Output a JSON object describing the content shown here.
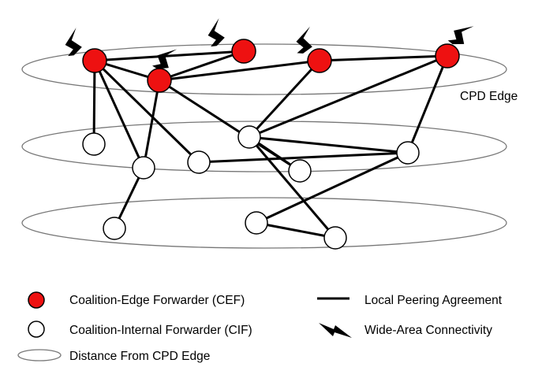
{
  "diagram": {
    "edge_label": "CPD Edge",
    "colors": {
      "cef_fill": "#ee1111",
      "cif_fill": "#ffffff",
      "stroke": "#000000",
      "layer_stroke": "#777777"
    },
    "nodes": [
      {
        "id": "cef1",
        "type": "CEF",
        "layer": 0
      },
      {
        "id": "cef2",
        "type": "CEF",
        "layer": 0
      },
      {
        "id": "cef3",
        "type": "CEF",
        "layer": 0
      },
      {
        "id": "cef4",
        "type": "CEF",
        "layer": 0
      },
      {
        "id": "cef5",
        "type": "CEF",
        "layer": 0
      },
      {
        "id": "cif1",
        "type": "CIF",
        "layer": 1
      },
      {
        "id": "cif2",
        "type": "CIF",
        "layer": 1
      },
      {
        "id": "cif3",
        "type": "CIF",
        "layer": 1
      },
      {
        "id": "cif4",
        "type": "CIF",
        "layer": 1
      },
      {
        "id": "cif5",
        "type": "CIF",
        "layer": 1
      },
      {
        "id": "cif6",
        "type": "CIF",
        "layer": 1
      },
      {
        "id": "cif7",
        "type": "CIF",
        "layer": 2
      },
      {
        "id": "cif8",
        "type": "CIF",
        "layer": 2
      },
      {
        "id": "cif9",
        "type": "CIF",
        "layer": 2
      }
    ],
    "links": [
      [
        "cef1",
        "cef2"
      ],
      [
        "cef1",
        "cef3"
      ],
      [
        "cef3",
        "cef2"
      ],
      [
        "cef3",
        "cef4"
      ],
      [
        "cef4",
        "cef5"
      ],
      [
        "cef1",
        "cif1"
      ],
      [
        "cef1",
        "cif2"
      ],
      [
        "cef1",
        "cif3"
      ],
      [
        "cef3",
        "cif2"
      ],
      [
        "cef3",
        "cif4"
      ],
      [
        "cef4",
        "cif5"
      ],
      [
        "cef5",
        "cif5"
      ],
      [
        "cef5",
        "cif6"
      ],
      [
        "cif5",
        "cif4"
      ],
      [
        "cif5",
        "cif6"
      ],
      [
        "cif5",
        "cif7"
      ],
      [
        "cif6",
        "cif3"
      ],
      [
        "cif2",
        "cif8"
      ],
      [
        "cif6",
        "cif9"
      ],
      [
        "cif7",
        "cif9"
      ]
    ],
    "wide_area_nodes": [
      "cef1",
      "cef2",
      "cef3",
      "cef4",
      "cef5"
    ]
  },
  "legend": {
    "items": [
      {
        "key": "cef",
        "label": "Coalition-Edge Forwarder (CEF)"
      },
      {
        "key": "cif",
        "label": "Coalition-Internal Forwarder (CIF)"
      },
      {
        "key": "distance",
        "label": "Distance From CPD Edge"
      },
      {
        "key": "peering",
        "label": "Local Peering Agreement"
      },
      {
        "key": "wide",
        "label": "Wide-Area Connectivity"
      }
    ]
  }
}
